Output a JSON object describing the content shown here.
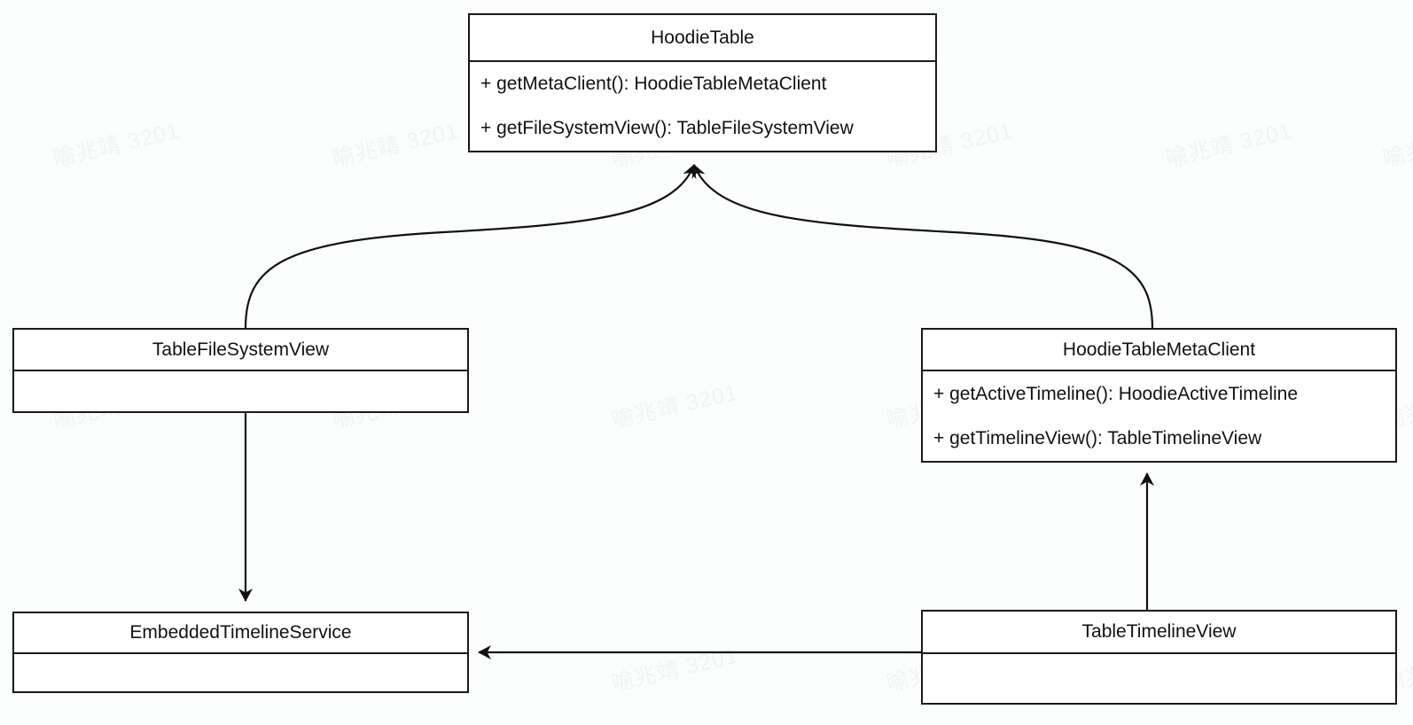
{
  "diagram": {
    "type": "uml-class-diagram",
    "background_color": "#fcfefd",
    "line_color": "#1a1a1a",
    "text_color": "#111111"
  },
  "watermark": {
    "text": "喻兆靖 3201",
    "color": "#f1f4f3",
    "rotation_deg": -13
  },
  "classes": [
    {
      "id": "hoodie-table",
      "name": "HoodieTable",
      "members": [
        "+ getMetaClient(): HoodieTableMetaClient",
        "+ getFileSystemView(): TableFileSystemView"
      ]
    },
    {
      "id": "table-file-system-view",
      "name": "TableFileSystemView",
      "members": []
    },
    {
      "id": "hoodie-table-meta-client",
      "name": "HoodieTableMetaClient",
      "members": [
        "+ getActiveTimeline(): HoodieActiveTimeline",
        "+ getTimelineView(): TableTimelineView"
      ]
    },
    {
      "id": "embedded-timeline-service",
      "name": "EmbeddedTimelineService",
      "members": []
    },
    {
      "id": "table-timeline-view",
      "name": "TableTimelineView",
      "members": []
    }
  ],
  "edges": [
    {
      "id": "edge-tfsv-to-hoodietable",
      "from": "TableFileSystemView",
      "to": "HoodieTable",
      "style": "curved",
      "arrow": "filled"
    },
    {
      "id": "edge-htmc-to-hoodietable",
      "from": "HoodieTableMetaClient",
      "to": "HoodieTable",
      "style": "curved",
      "arrow": "filled"
    },
    {
      "id": "edge-tfsv-to-ets",
      "from": "TableFileSystemView",
      "to": "EmbeddedTimelineService",
      "style": "straight",
      "arrow": "filled"
    },
    {
      "id": "edge-ttv-to-htmc",
      "from": "TableTimelineView",
      "to": "HoodieTableMetaClient",
      "style": "straight",
      "arrow": "filled"
    },
    {
      "id": "edge-ttv-to-ets",
      "from": "TableTimelineView",
      "to": "EmbeddedTimelineService",
      "style": "straight",
      "arrow": "filled"
    }
  ]
}
